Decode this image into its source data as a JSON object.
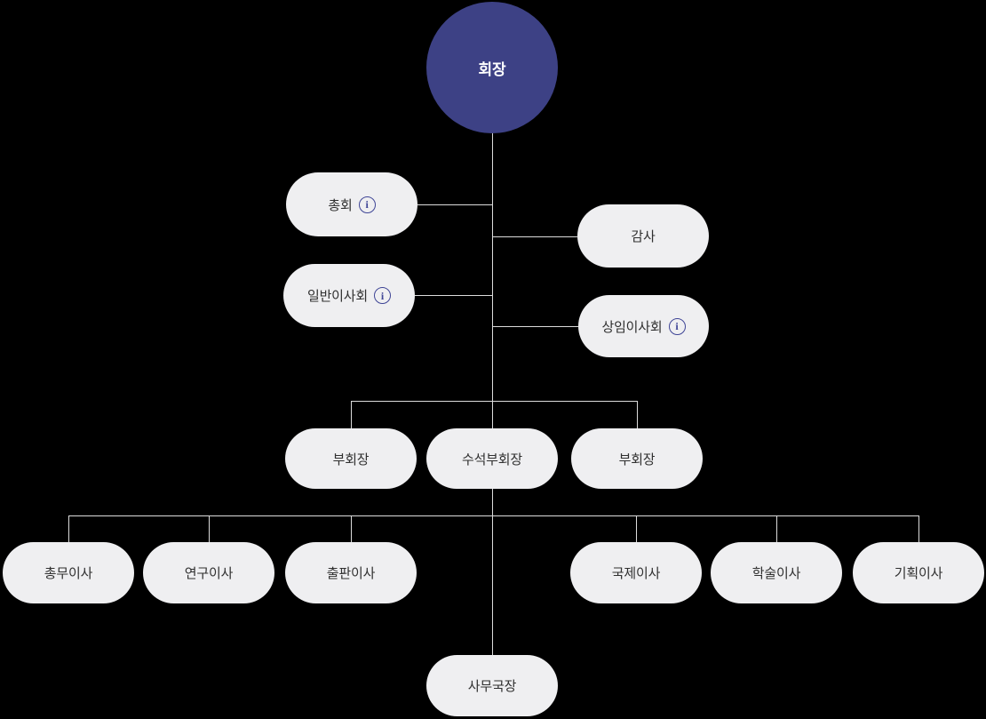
{
  "colors": {
    "background": "#000000",
    "node_fill": "#efeff1",
    "node_text": "#303030",
    "root_fill": "#3d4185",
    "root_text": "#ffffff",
    "line": "#dcdcdc",
    "info_icon": "#3f4596"
  },
  "icons": {
    "info_glyph": "i"
  },
  "org": {
    "root": {
      "label": "회장"
    },
    "level2": [
      {
        "label": "총회",
        "info": true
      },
      {
        "label": "감사",
        "info": false
      },
      {
        "label": "일반이사회",
        "info": true
      },
      {
        "label": "상임이사회",
        "info": true
      }
    ],
    "level3": [
      {
        "label": "부회장"
      },
      {
        "label": "수석부회장"
      },
      {
        "label": "부회장"
      }
    ],
    "level4": [
      {
        "label": "총무이사"
      },
      {
        "label": "연구이사"
      },
      {
        "label": "출판이사"
      },
      {
        "label": "국제이사"
      },
      {
        "label": "학술이사"
      },
      {
        "label": "기획이사"
      }
    ],
    "level5": {
      "label": "사무국장"
    }
  }
}
